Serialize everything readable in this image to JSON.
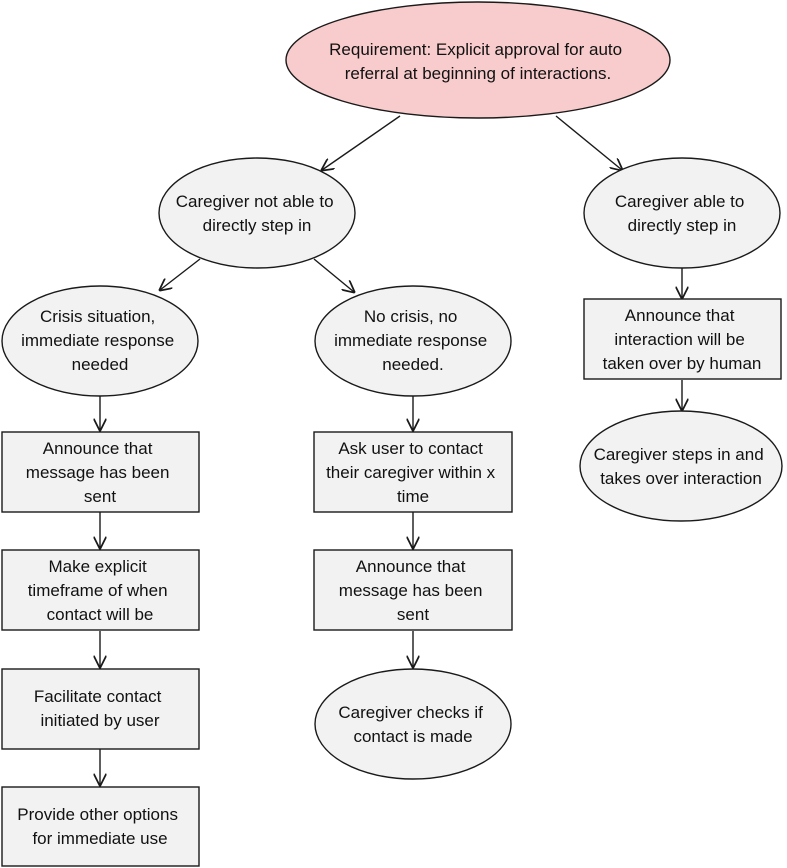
{
  "colors": {
    "root_fill": "#f8cccc",
    "node_fill": "#f2f2f2",
    "stroke": "#1a1a1a",
    "text": "#111111"
  },
  "nodes": {
    "root": {
      "lines": [
        "Requirement: Explicit approval for auto",
        "referral at beginning of interactions."
      ]
    },
    "not_able": {
      "lines": [
        "Caregiver not able to",
        "directly step in"
      ]
    },
    "able": {
      "lines": [
        "Caregiver able to",
        "directly step in"
      ]
    },
    "crisis": {
      "lines": [
        "Crisis situation,",
        "immediate response",
        "needed"
      ]
    },
    "no_crisis": {
      "lines": [
        "No crisis, no",
        "immediate response",
        "needed."
      ]
    },
    "announce_takeover": {
      "lines": [
        "Announce that",
        "interaction will be",
        "taken over by human"
      ]
    },
    "steps_in": {
      "lines": [
        "Caregiver steps in and",
        "takes over interaction"
      ]
    },
    "announce_sent_1": {
      "lines": [
        "Announce that",
        "message has been",
        "sent"
      ]
    },
    "ask_user": {
      "lines": [
        "Ask user to contact",
        "their caregiver within x",
        "time"
      ]
    },
    "timeframe": {
      "lines": [
        "Make explicit",
        "timeframe of when",
        "contact will be"
      ]
    },
    "announce_sent_2": {
      "lines": [
        "Announce that",
        "message has been",
        "sent"
      ]
    },
    "facilitate": {
      "lines": [
        "Facilitate contact",
        "initiated by user"
      ]
    },
    "checks": {
      "lines": [
        "Caregiver checks if",
        "contact is made"
      ]
    },
    "other_options": {
      "lines": [
        "Provide other options",
        "for immediate use"
      ]
    }
  }
}
